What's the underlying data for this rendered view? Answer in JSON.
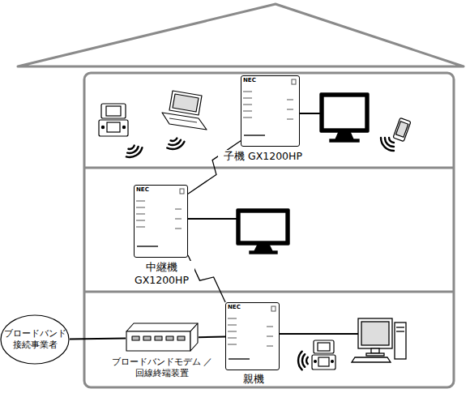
{
  "diagram": {
    "nodes": [
      {
        "text": [
          "子機 GX1200HP"
        ]
      },
      {
        "text": [
          "中継機 GX1200HP"
        ]
      },
      {
        "text": [
          "ブロードバンド 接続事業者"
        ]
      },
      {
        "text": [
          "ブロードバンドモデム ／回線終端装置"
        ]
      },
      {
        "text": [
          "親機"
        ]
      }
    ],
    "edges": [
      {
        "from": 0,
        "to": 1,
        "arrow": "none"
      },
      {
        "from": 1,
        "to": 4,
        "arrow": "none"
      },
      {
        "from": 2,
        "to": 3,
        "arrow": "none"
      },
      {
        "from": 3,
        "to": 4,
        "arrow": "none"
      }
    ],
    "labels": [
      "NEC",
      "NEC",
      "NEC"
    ]
  }
}
